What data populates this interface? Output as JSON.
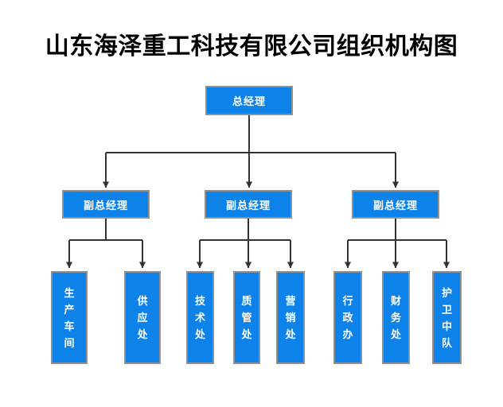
{
  "title": "山东海泽重工科技有限公司组织机构图",
  "colors": {
    "node_fill": "#0d82e8",
    "node_border": "#919191",
    "node_text": "#ffffff",
    "connector": "#333333",
    "title_text": "#000000",
    "background": "#ffffff"
  },
  "org": {
    "root": {
      "label": "总经理"
    },
    "deputies": [
      {
        "label": "副总经理"
      },
      {
        "label": "副总经理"
      },
      {
        "label": "副总经理"
      }
    ],
    "departments": [
      {
        "label": "生产车间",
        "parent": 0
      },
      {
        "label": "供应处",
        "parent": 0
      },
      {
        "label": "技术处",
        "parent": 1
      },
      {
        "label": "质管处",
        "parent": 1
      },
      {
        "label": "营销处",
        "parent": 1
      },
      {
        "label": "行政办",
        "parent": 2
      },
      {
        "label": "财务处",
        "parent": 2
      },
      {
        "label": "护卫中队",
        "parent": 2
      }
    ]
  }
}
